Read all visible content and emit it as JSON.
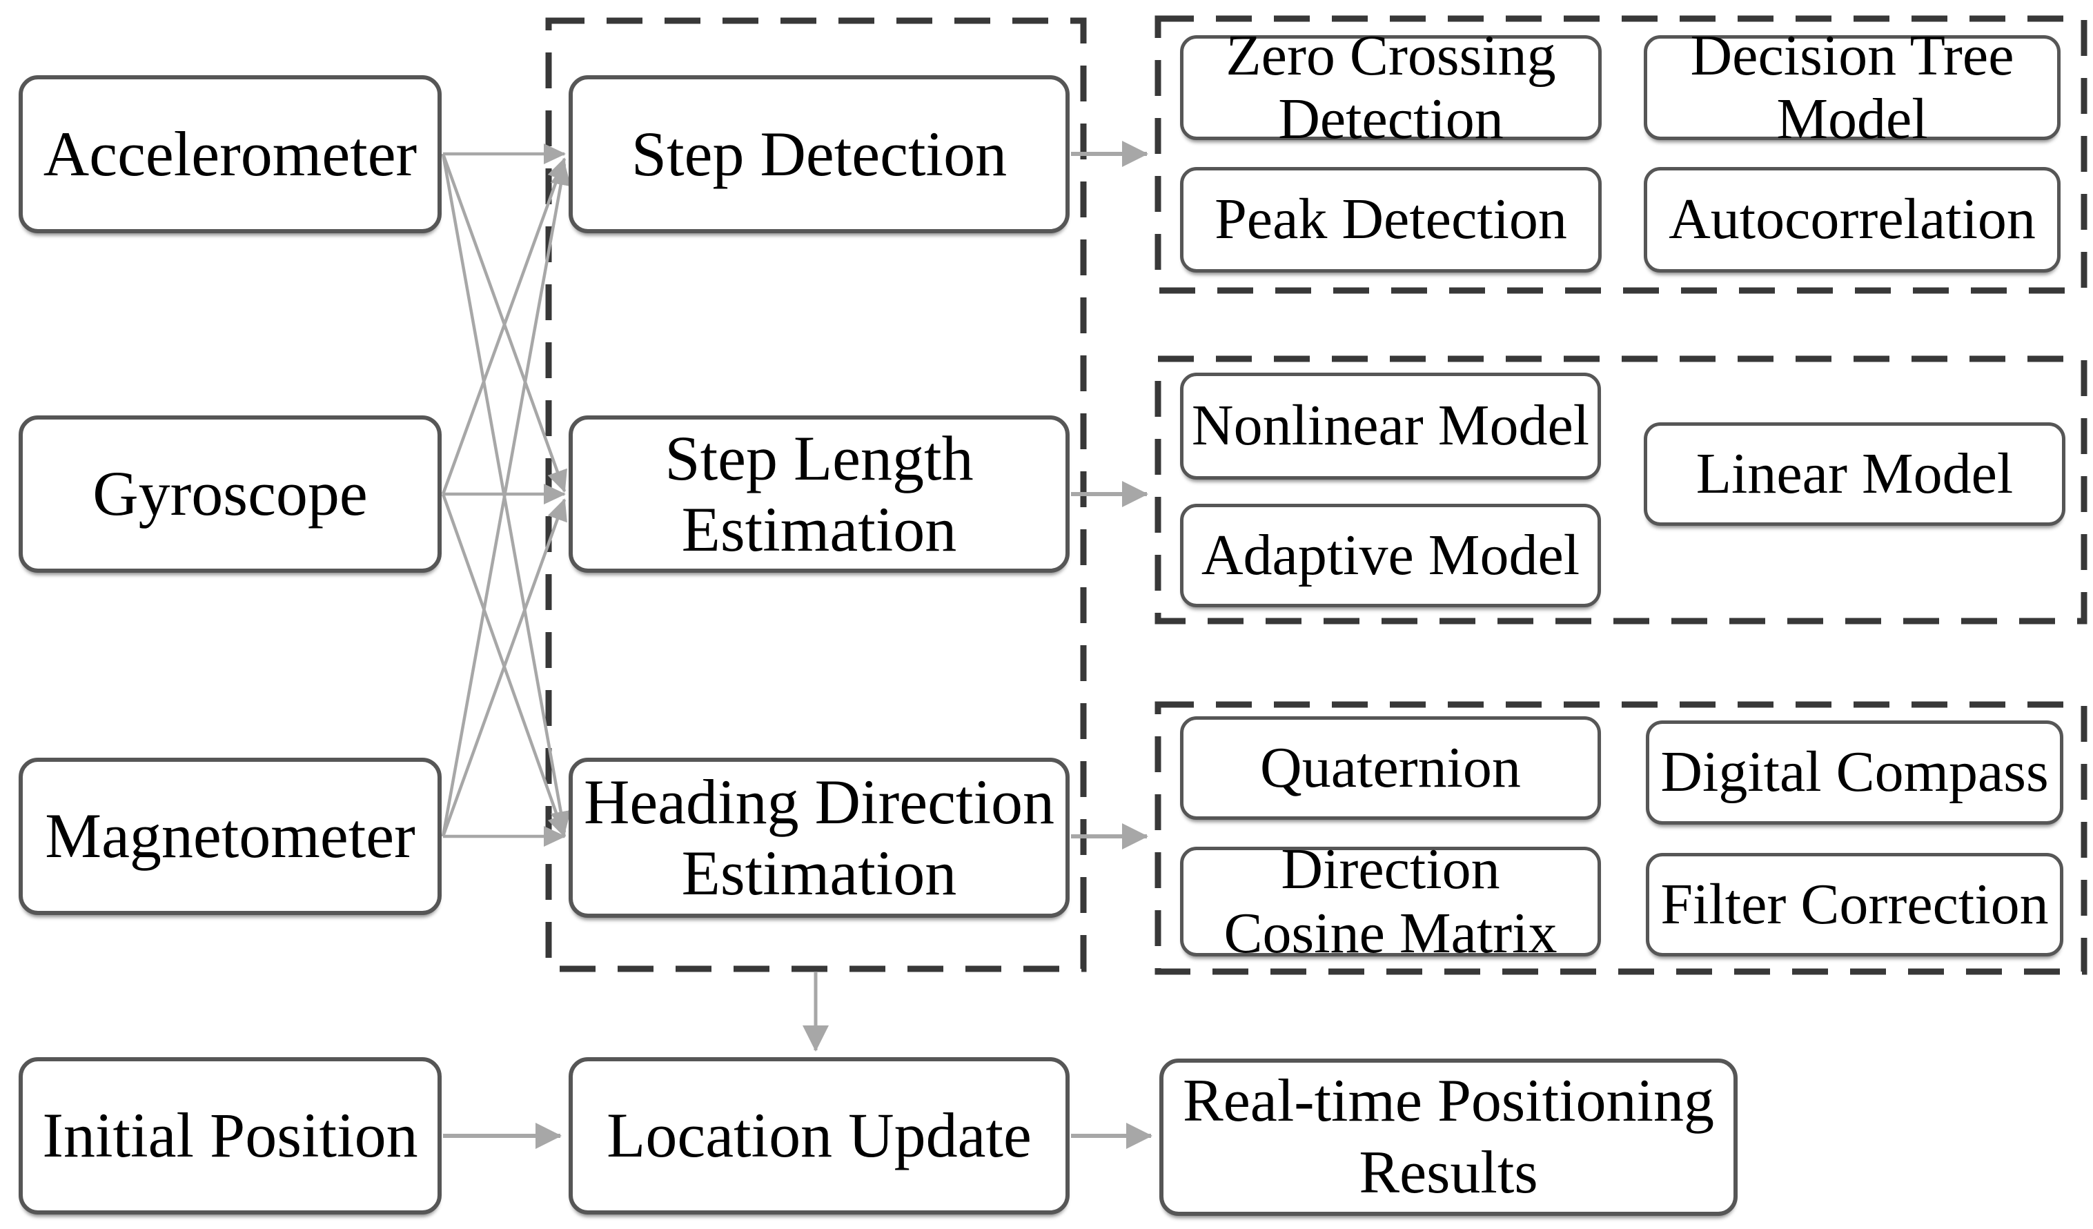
{
  "diagram": {
    "nodes": {
      "accelerometer": "Accelerometer",
      "gyroscope": "Gyroscope",
      "magnetometer": "Magnetometer",
      "initial_position": "Initial Position",
      "step_detection": "Step Detection",
      "step_length_estimation": "Step Length\nEstimation",
      "heading_direction_estimation": "Heading Direction\nEstimation",
      "location_update": "Location Update",
      "real_time_results": "Real-time Positioning\nResults"
    },
    "groups": {
      "step_detection_methods": [
        "Zero Crossing\nDetection",
        "Decision Tree\nModel",
        "Peak Detection",
        "Autocorrelation"
      ],
      "step_length_models": [
        "Nonlinear Model",
        "Linear Model",
        "Adaptive Model"
      ],
      "heading_methods": [
        "Quaternion",
        "Digital Compass",
        "Direction\nCosine Matrix",
        "Filter Correction"
      ]
    },
    "edges": [
      {
        "from": "accelerometer",
        "to": "step_detection"
      },
      {
        "from": "accelerometer",
        "to": "step_length_estimation"
      },
      {
        "from": "accelerometer",
        "to": "heading_direction_estimation"
      },
      {
        "from": "gyroscope",
        "to": "step_detection"
      },
      {
        "from": "gyroscope",
        "to": "step_length_estimation"
      },
      {
        "from": "gyroscope",
        "to": "heading_direction_estimation"
      },
      {
        "from": "magnetometer",
        "to": "step_detection"
      },
      {
        "from": "magnetometer",
        "to": "step_length_estimation"
      },
      {
        "from": "magnetometer",
        "to": "heading_direction_estimation"
      },
      {
        "from": "step_detection",
        "to": "step_detection_methods_group"
      },
      {
        "from": "step_length_estimation",
        "to": "step_length_models_group"
      },
      {
        "from": "heading_direction_estimation",
        "to": "heading_methods_group"
      },
      {
        "from": "estimation_core_group",
        "to": "location_update"
      },
      {
        "from": "initial_position",
        "to": "location_update"
      },
      {
        "from": "location_update",
        "to": "real_time_results"
      }
    ],
    "colors": {
      "background": "#ffffff",
      "box_border": "#565656",
      "dashed_border": "#383838",
      "arrow": "#a7a7a7",
      "text": "#000000"
    }
  }
}
